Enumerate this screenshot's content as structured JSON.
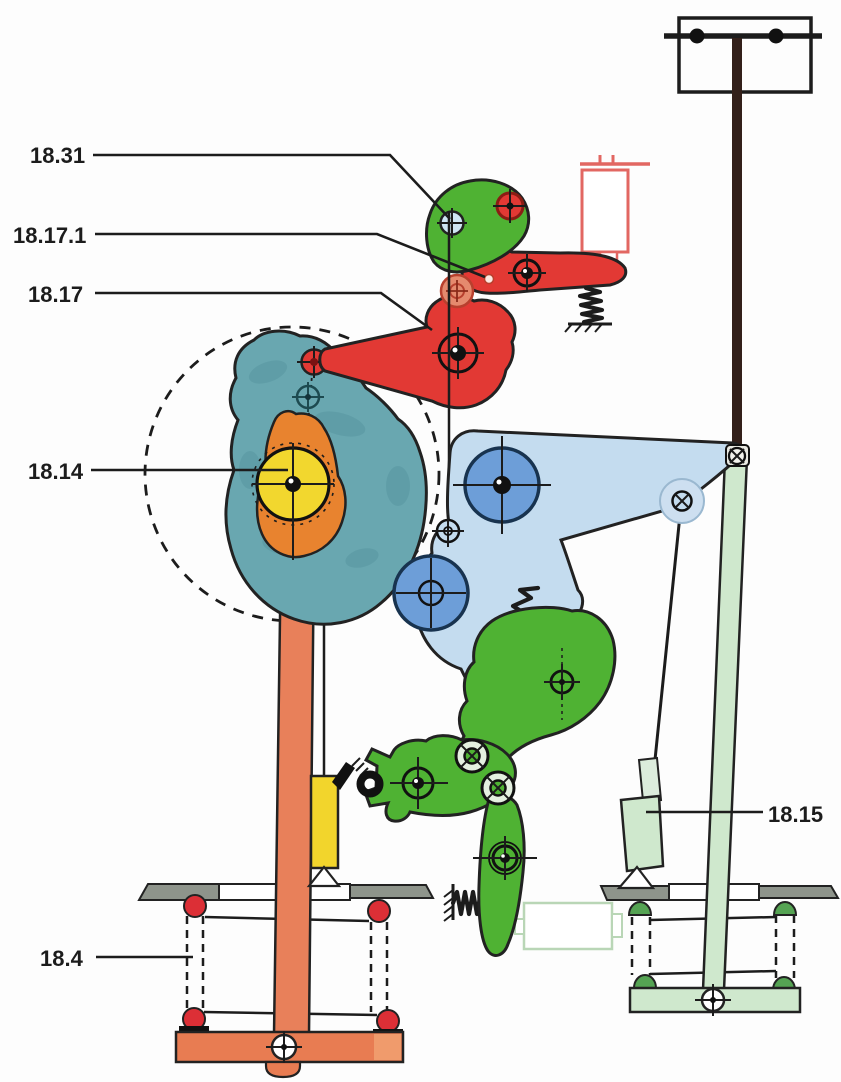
{
  "figure": {
    "kind": "mechanical linkage diagram",
    "page_background": "#fdfdfd"
  },
  "labels": {
    "l1831": "18.31",
    "l18171": "18.17.1",
    "l1817": "18.17",
    "l1814": "18.14",
    "l1815": "18.15",
    "l184": "18.4"
  },
  "colors": {
    "background": "#fdfdfd",
    "ink": "#1c1c1c",
    "outline": "#222222",
    "green_part": "#4fb233",
    "red_part": "#e23934",
    "salmon_pivot": "#e58a6e",
    "teal_cam": "#69a7b0",
    "orange_cam": "#e8832f",
    "yellow_hub": "#f2d72e",
    "orange_pole": "#e8805a",
    "orange_base": "#e87c52",
    "blue_plate": "#c4dcef",
    "blue_roller": "#6d9ed8",
    "pale_blue_pivot": "#cfe6f4",
    "light_green": "#cfe8cd",
    "green_dome": "#55a353",
    "gray_platform": "#8e948b",
    "red_ball": "#dc2f36",
    "coil_outline": "#e26762",
    "pale_green_outline": "#b9d6b6",
    "yellow_block": "#f2d52c"
  }
}
